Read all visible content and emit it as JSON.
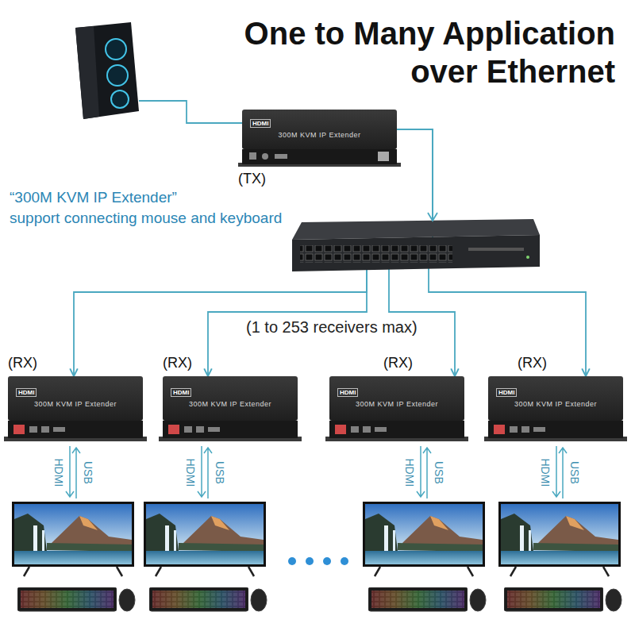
{
  "diagram": {
    "title": "One to Many Application over Ethernet",
    "nodes": [
      {
        "text": [
          "HDMI",
          "300M KVM IP Extender",
          "(TX)"
        ]
      },
      {
        "text": [
          "(RX)",
          "HDMI",
          "300M KVM IP Extender"
        ]
      },
      {
        "text": [
          "(RX)",
          "HDMI",
          "300M KVM IP Extender"
        ]
      },
      {
        "text": [
          "(RX)",
          "HDMI",
          "300M KVM IP Extender"
        ]
      },
      {
        "text": [
          "(RX)",
          "HDMI",
          "300M KVM IP Extender"
        ]
      }
    ],
    "edges": [
      {
        "from": 0,
        "to": 1,
        "arrow": "to"
      },
      {
        "from": 0,
        "to": 2,
        "arrow": "to"
      },
      {
        "from": 0,
        "to": 3,
        "arrow": "to"
      },
      {
        "from": 0,
        "to": 4,
        "arrow": "to"
      }
    ],
    "labels": [
      "“300M KVM IP Extender”",
      "support connecting mouse and keyboard",
      "(1 to 253 receivers max)",
      "HDMI",
      "USB",
      "HDMI",
      "USB",
      "HDMI",
      "USB",
      "HDMI",
      "USB"
    ]
  }
}
